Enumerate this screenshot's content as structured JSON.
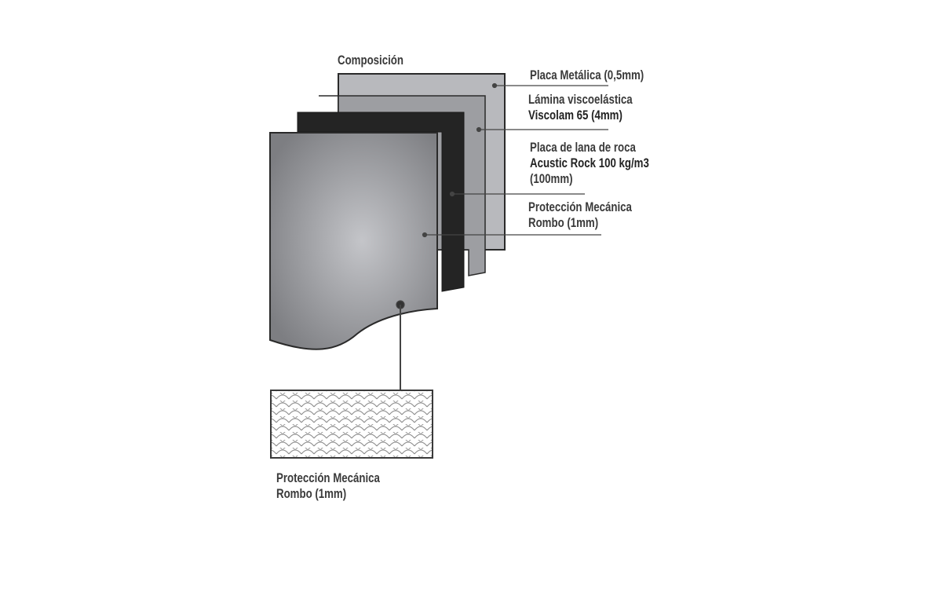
{
  "title": "Composición",
  "layers": [
    {
      "lines": [
        "Placa Metálica (0,5mm)"
      ],
      "color": "#b8b9bd"
    },
    {
      "lines": [
        "Lámina viscoelástica",
        "Viscolam 65 (4mm)"
      ],
      "color": "#9d9ea2"
    },
    {
      "lines": [
        "Placa de lana de roca",
        "Acustic Rock 100 kg/m3",
        "(100mm)"
      ],
      "color": "#242424"
    },
    {
      "lines": [
        "Protección Mecánica",
        "Rombo (1mm)"
      ],
      "color": "#8e8f93"
    }
  ],
  "detail": {
    "lines": [
      "Protección Mecánica",
      "Rombo (1mm)"
    ]
  }
}
